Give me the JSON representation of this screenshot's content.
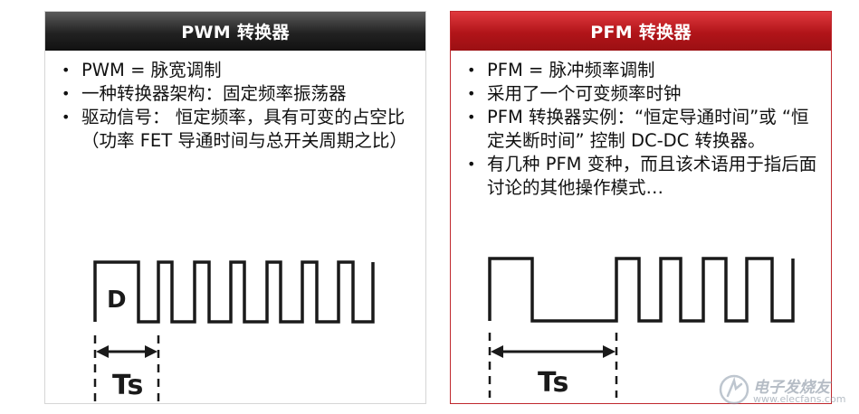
{
  "left_panel": {
    "title": "PWM 转换器",
    "bullets": [
      "PWM = 脉宽调制",
      "一种转换器架构：固定频率振荡器",
      "驱动信号： 恒定频率，具有可变的占空比（功率 FET 导通时间与总开关周期之比）"
    ],
    "diagram": {
      "duty_label": "D",
      "period_label": "Ts"
    }
  },
  "right_panel": {
    "title": "PFM 转换器",
    "bullets": [
      "PFM = 脉冲频率调制",
      "采用了一个可变频率时钟",
      "PFM 转换器实例：“恒定导通时间”或 “恒定关断时间” 控制 DC-DC 转换器。",
      "有几种 PFM 变种，而且该术语用于指后面讨论的其他操作模式…"
    ],
    "diagram": {
      "period_label": "Ts"
    }
  },
  "watermark": {
    "text": "电子发烧友",
    "url": "www.elecfans.com"
  },
  "colors": {
    "left_header": "#222222",
    "right_header": "#b11419",
    "right_border": "#c0282d"
  }
}
